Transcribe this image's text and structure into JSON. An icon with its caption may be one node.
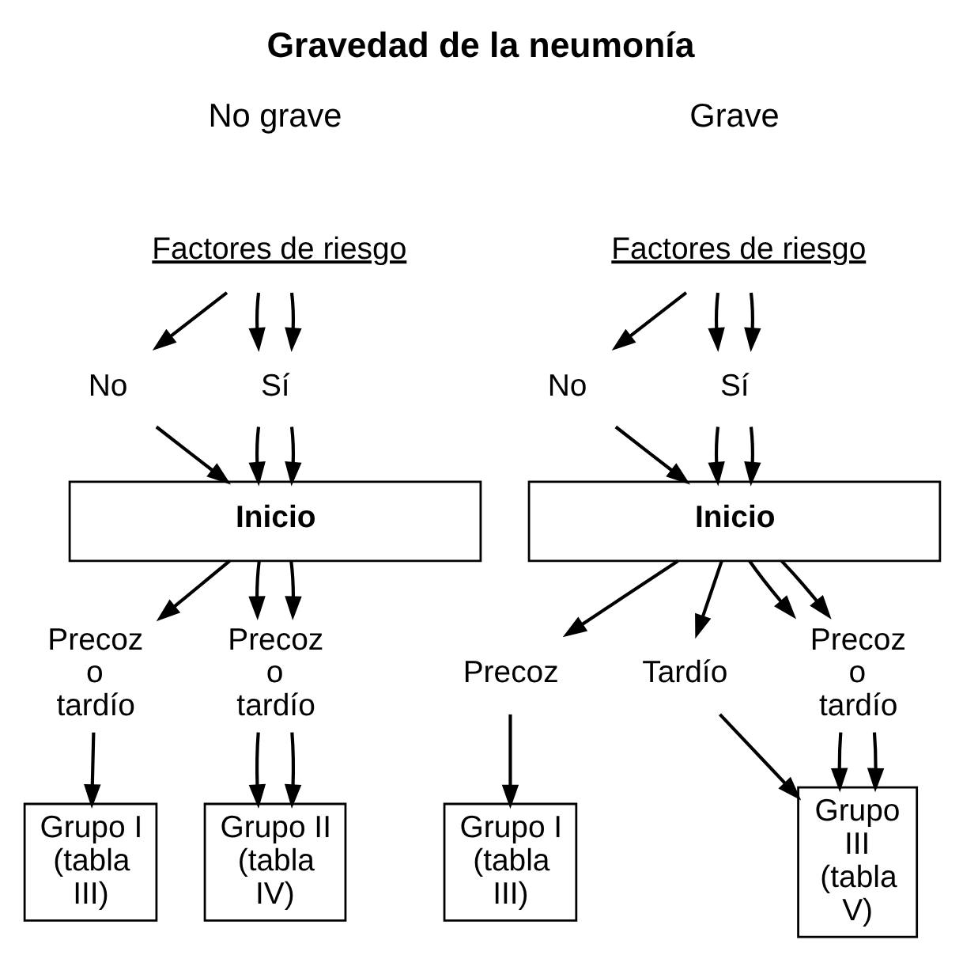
{
  "diagram": {
    "title": "Gravedad de la neumonía",
    "nodes": [
      {
        "text": [
          "Factores de riesgo"
        ]
      },
      {
        "text": [
          "No"
        ]
      },
      {
        "text": [
          "Sí"
        ]
      },
      {
        "text": [
          "Inicio"
        ]
      },
      {
        "text": [
          "Precoz o tardío"
        ]
      },
      {
        "text": [
          "Precoz o tardío"
        ]
      },
      {
        "text": [
          "Grupo I (tabla III)"
        ]
      },
      {
        "text": [
          "Grupo II (tabla IV)"
        ]
      },
      {
        "text": [
          "Factores de riesgo"
        ]
      },
      {
        "text": [
          "No"
        ]
      },
      {
        "text": [
          "Sí"
        ]
      },
      {
        "text": [
          "Inicio"
        ]
      },
      {
        "text": [
          "Precoz"
        ]
      },
      {
        "text": [
          "Tardío"
        ]
      },
      {
        "text": [
          "Precoz o tardío"
        ]
      },
      {
        "text": [
          "Grupo I (tabla III)"
        ]
      },
      {
        "text": [
          "Grupo III (tabla V)"
        ]
      }
    ],
    "edges": [
      {
        "from": 0,
        "to": 1,
        "arrow": "to"
      },
      {
        "from": 0,
        "to": 2,
        "arrow": "to"
      },
      {
        "from": 0,
        "to": 2,
        "arrow": "to"
      },
      {
        "from": 1,
        "to": 3,
        "arrow": "to"
      },
      {
        "from": 2,
        "to": 3,
        "arrow": "to"
      },
      {
        "from": 2,
        "to": 3,
        "arrow": "to"
      },
      {
        "from": 3,
        "to": 4,
        "arrow": "to"
      },
      {
        "from": 3,
        "to": 5,
        "arrow": "to"
      },
      {
        "from": 3,
        "to": 5,
        "arrow": "to"
      },
      {
        "from": 4,
        "to": 6,
        "arrow": "to"
      },
      {
        "from": 5,
        "to": 7,
        "arrow": "to"
      },
      {
        "from": 5,
        "to": 7,
        "arrow": "to"
      },
      {
        "from": 8,
        "to": 9,
        "arrow": "to"
      },
      {
        "from": 8,
        "to": 10,
        "arrow": "to"
      },
      {
        "from": 8,
        "to": 10,
        "arrow": "to"
      },
      {
        "from": 9,
        "to": 11,
        "arrow": "to"
      },
      {
        "from": 10,
        "to": 11,
        "arrow": "to"
      },
      {
        "from": 10,
        "to": 11,
        "arrow": "to"
      },
      {
        "from": 11,
        "to": 12,
        "arrow": "to"
      },
      {
        "from": 11,
        "to": 13,
        "arrow": "to"
      },
      {
        "from": 11,
        "to": 14,
        "arrow": "to"
      },
      {
        "from": 11,
        "to": 14,
        "arrow": "to"
      },
      {
        "from": 12,
        "to": 15,
        "arrow": "to"
      },
      {
        "from": 13,
        "to": 16,
        "arrow": "to"
      },
      {
        "from": 14,
        "to": 16,
        "arrow": "to"
      },
      {
        "from": 14,
        "to": 16,
        "arrow": "to"
      }
    ],
    "labels": [
      "No grave",
      "Grave"
    ]
  }
}
